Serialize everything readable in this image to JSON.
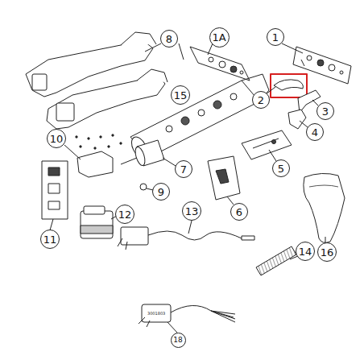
{
  "diagram": {
    "nodes": [
      {
        "text": [
          "8"
        ]
      },
      {
        "text": [
          "1A"
        ]
      },
      {
        "text": [
          "1"
        ]
      },
      {
        "text": [
          "2"
        ]
      },
      {
        "text": [
          "15"
        ]
      },
      {
        "text": [
          "3"
        ]
      },
      {
        "text": [
          "4"
        ]
      },
      {
        "text": [
          "5"
        ]
      },
      {
        "text": [
          "10"
        ]
      },
      {
        "text": [
          "7"
        ]
      },
      {
        "text": [
          "6"
        ]
      },
      {
        "text": [
          "9"
        ]
      },
      {
        "text": [
          "11"
        ]
      },
      {
        "text": [
          "12"
        ]
      },
      {
        "text": [
          "13"
        ]
      },
      {
        "text": [
          "14"
        ]
      },
      {
        "text": [
          "16"
        ]
      },
      {
        "text": [
          "18"
        ]
      }
    ],
    "labels": [
      "3001803"
    ]
  }
}
